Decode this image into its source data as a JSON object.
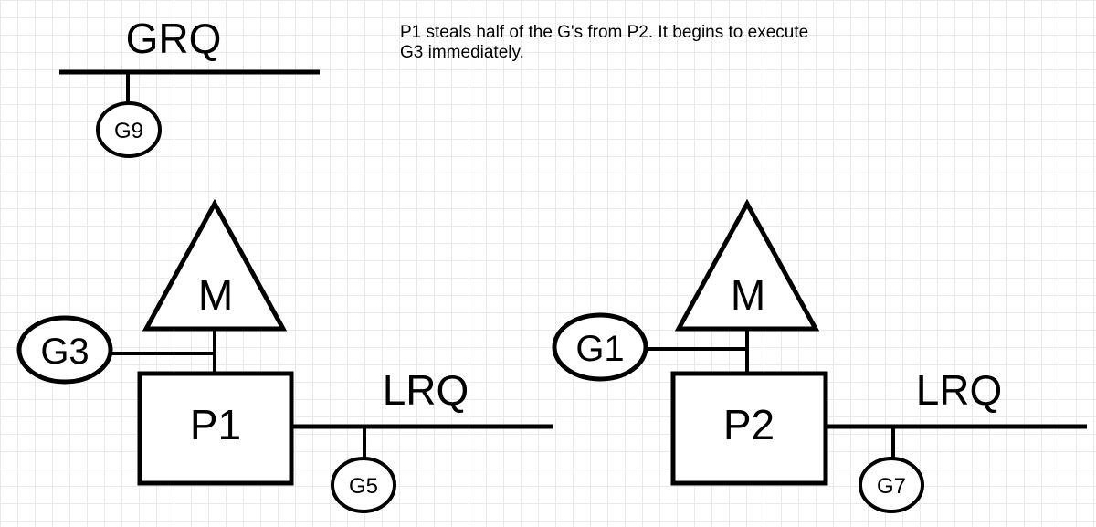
{
  "caption": "P1 steals half of the G's from P2. It begins to execute G3 immediately.",
  "global_queue": {
    "label": "GRQ",
    "goroutines": [
      "G9"
    ]
  },
  "processors": [
    {
      "name": "P1",
      "machine": "M",
      "running": "G3",
      "queue_label": "LRQ",
      "queue": [
        "G5"
      ]
    },
    {
      "name": "P2",
      "machine": "M",
      "running": "G1",
      "queue_label": "LRQ",
      "queue": [
        "G7"
      ]
    }
  ],
  "colors": {
    "stroke": "#000000",
    "fill": "#ffffff",
    "grid": "#e9e9e9"
  }
}
